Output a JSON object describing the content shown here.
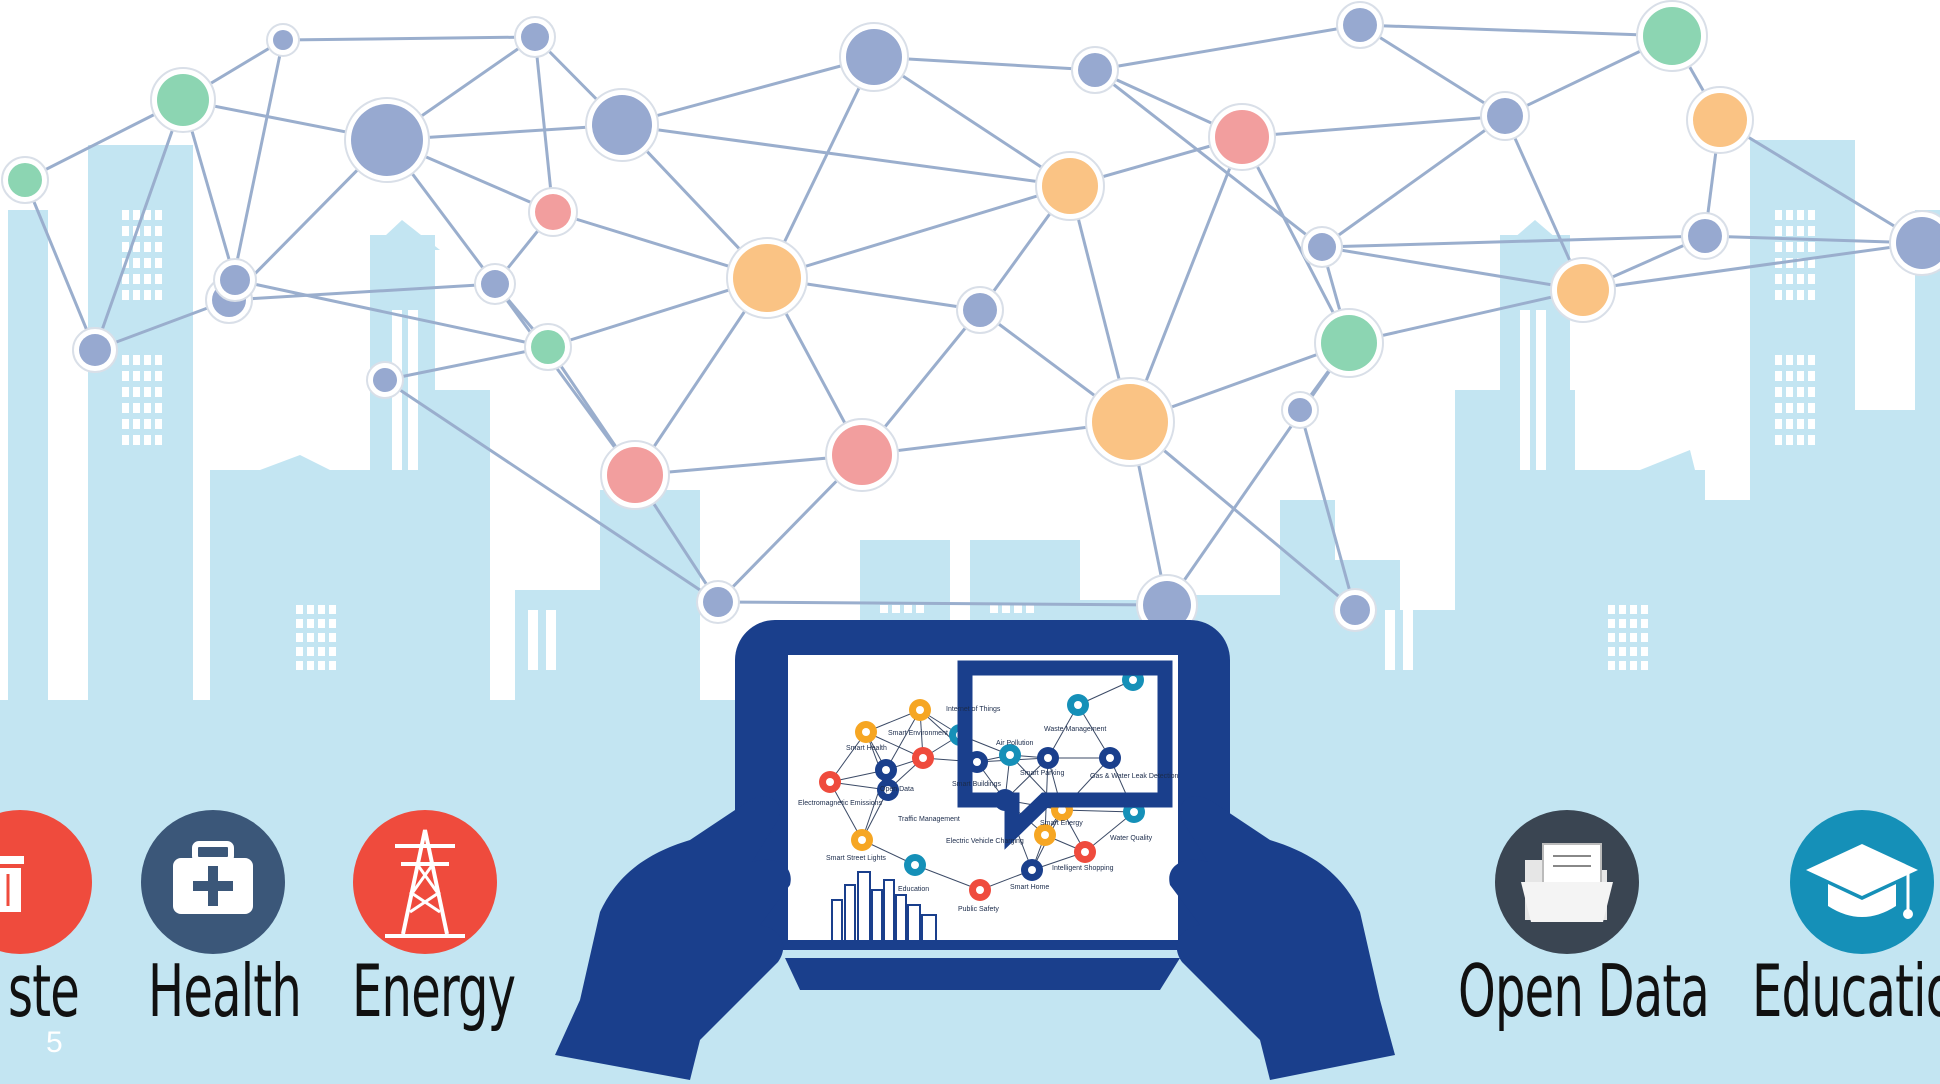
{
  "slide_number": "5",
  "categories": [
    {
      "label": "ste",
      "icon": "trash-bin-icon",
      "color": "#ef4b3d"
    },
    {
      "label": "Health",
      "icon": "medical-kit-icon",
      "color": "#3b5779"
    },
    {
      "label": "Energy",
      "icon": "power-pylon-icon",
      "color": "#ef4b3d"
    },
    {
      "label": "Open Data",
      "icon": "open-folder-icon",
      "color": "#3a4552"
    },
    {
      "label": "Educatio",
      "icon": "graduation-cap-icon",
      "color": "#1590b8"
    }
  ],
  "tablet_labels": [
    "Internet of Things",
    "Smart Environment",
    "Waste Management",
    "Smart Health",
    "Air Pollution",
    "Open Data",
    "Smart Buildings",
    "Smart Parking",
    "Gas & Water Leak Detection",
    "Electromagnetic Emissions",
    "Traffic Management",
    "Smart Energy",
    "Water Quality",
    "Electric Vehicle Charging",
    "Smart Street Lights",
    "Intelligent Shopping",
    "Education",
    "Smart Home",
    "Public Safety"
  ],
  "colors": {
    "background": "#ffffff",
    "city_skyline": "#c3e5f2",
    "network_lines": "#9aaecd",
    "tablet_and_hands": "#1a3f8c",
    "node_blue": "#97a9d0",
    "node_orange": "#fac384",
    "node_green": "#8cd5b2",
    "node_pink": "#f29e9e"
  }
}
